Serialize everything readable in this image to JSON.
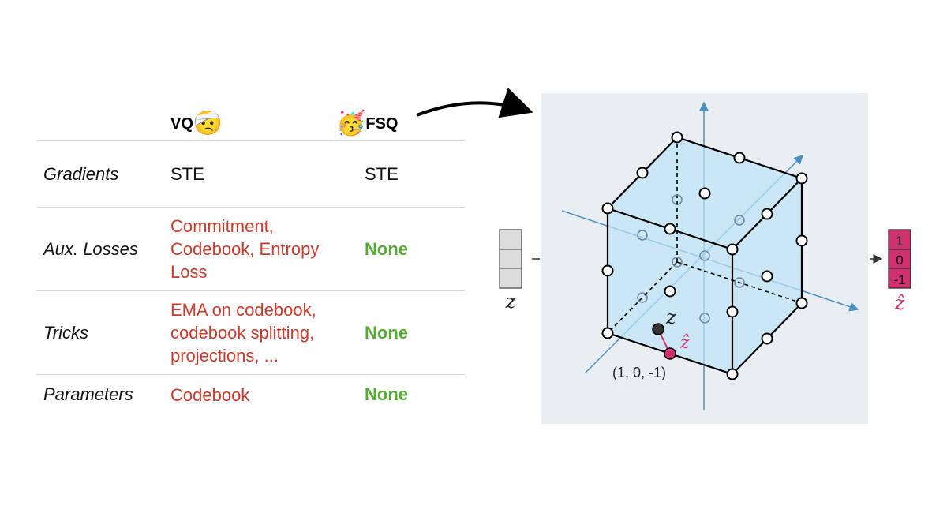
{
  "table": {
    "headers": {
      "vq": "VQ",
      "vq_emoji": "🤕",
      "fsq": "FSQ",
      "fsq_emoji": "🥳"
    },
    "rows": [
      {
        "label": "Gradients",
        "vq": "STE",
        "fsq": "STE"
      },
      {
        "label": "Aux. Losses",
        "vq": "Commitment, Codebook, Entropy Loss",
        "fsq": "None"
      },
      {
        "label": "Tricks",
        "vq": "EMA on codebook, codebook splitting, projections, ...",
        "fsq": "None"
      },
      {
        "label": "Parameters",
        "vq": "Codebook",
        "fsq": "None"
      }
    ]
  },
  "diagram": {
    "input_label": "z",
    "output_label": "ẑ",
    "output_values": [
      "1",
      "0",
      "-1"
    ],
    "point_z_label": "z",
    "point_zhat_label": "ẑ",
    "point_coord": "(1, 0, -1)",
    "colors": {
      "panel": "#e8eef2",
      "cube_fill": "#bfe3f7",
      "axis": "#4a90c2",
      "highlight": "#d0306e",
      "input_box": "#dcdcdc",
      "red_text": "#cc3a2b",
      "green_text": "#55aa33"
    }
  }
}
